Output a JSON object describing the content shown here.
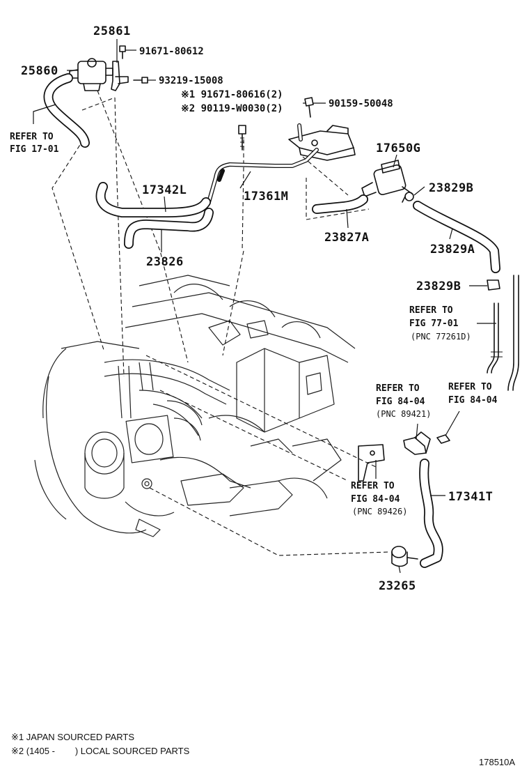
{
  "callouts": {
    "p25861": "25861",
    "p25860": "25860",
    "p91671_80612": "91671-80612",
    "p93219_15008": "93219-15008",
    "p91671_80616": "※1 91671-80616(2)",
    "p90119_w0030": "※2 90119-W0030(2)",
    "p90159_50048": "90159-50048",
    "p17650g": "17650G",
    "p23829b_top": "23829B",
    "p17342l": "17342L",
    "p17361m": "17361M",
    "p23827a": "23827A",
    "p23826": "23826",
    "p23829a": "23829A",
    "p23829b_mid": "23829B",
    "p17341t": "17341T",
    "p23265": "23265"
  },
  "references": {
    "fig17": {
      "line1": "REFER TO",
      "line2": "FIG 17-01"
    },
    "fig77": {
      "line1": "REFER TO",
      "line2": "FIG 77-01",
      "line3": "(PNC 77261D)"
    },
    "fig84_a": {
      "line1": "REFER TO",
      "line2": "FIG 84-04",
      "line3": "(PNC 89421)"
    },
    "fig84_b": {
      "line1": "REFER TO",
      "line2": "FIG 84-04"
    },
    "fig84_c": {
      "line1": "REFER TO",
      "line2": "FIG 84-04",
      "line3": "(PNC 89426)"
    }
  },
  "footnotes": {
    "note1": "※1 JAPAN SOURCED PARTS",
    "note2": "※2 (1405 -        ) LOCAL SOURCED PARTS"
  },
  "diagram_id": "178510A"
}
